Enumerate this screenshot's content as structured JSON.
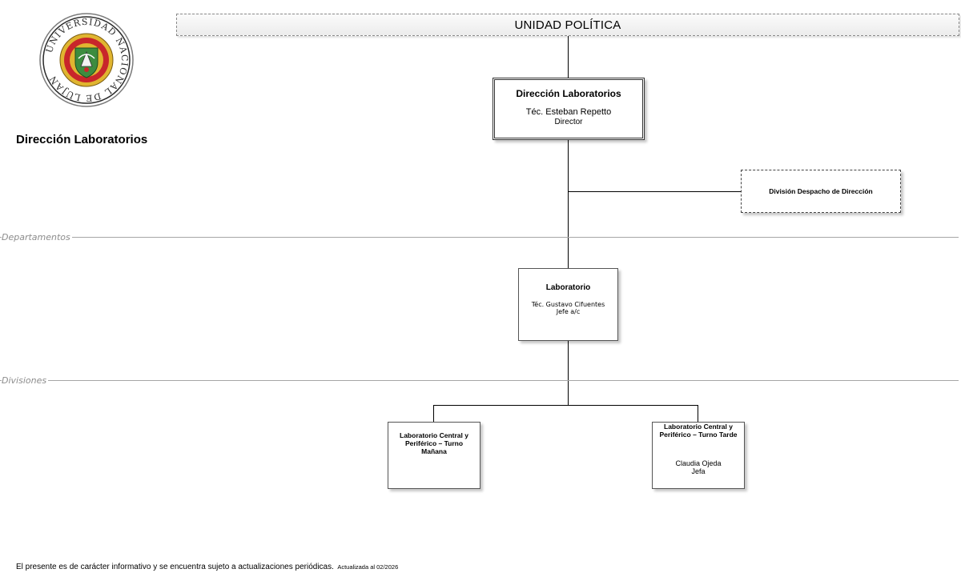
{
  "logo": {
    "ring_text": "UNIVERSIDAD NACIONAL DE LUJAN",
    "colors": {
      "ring": "#2a2a2a",
      "gold": "#e0b530",
      "red": "#c8262b",
      "green": "#3d8c3f"
    }
  },
  "page_title": "Dirección Laboratorios",
  "header": {
    "title": "UNIDAD POLÍTICA"
  },
  "sections": {
    "departments": "Departamentos",
    "divisions": "Divisiones"
  },
  "nodes": {
    "direccion": {
      "title": "Dirección Laboratorios",
      "person": "Téc. Esteban Repetto",
      "role": "Director"
    },
    "despacho": {
      "title": "División Despacho de Dirección"
    },
    "laboratorio": {
      "title": "Laboratorio",
      "person": "Téc. Gustavo Cifuentes",
      "role": "Jefe a/c"
    },
    "turno_manana": {
      "title": "Laboratorio Central y Periférico – Turno Mañana"
    },
    "turno_tarde": {
      "title": "Laboratorio Central y Periférico – Turno Tarde",
      "person": "Claudia Ojeda",
      "role": "Jefa"
    }
  },
  "footer": {
    "text": "El presente es de carácter informativo y se encuentra sujeto a actualizaciones periódicas.",
    "updated": "Actualizada al 02/2026"
  }
}
